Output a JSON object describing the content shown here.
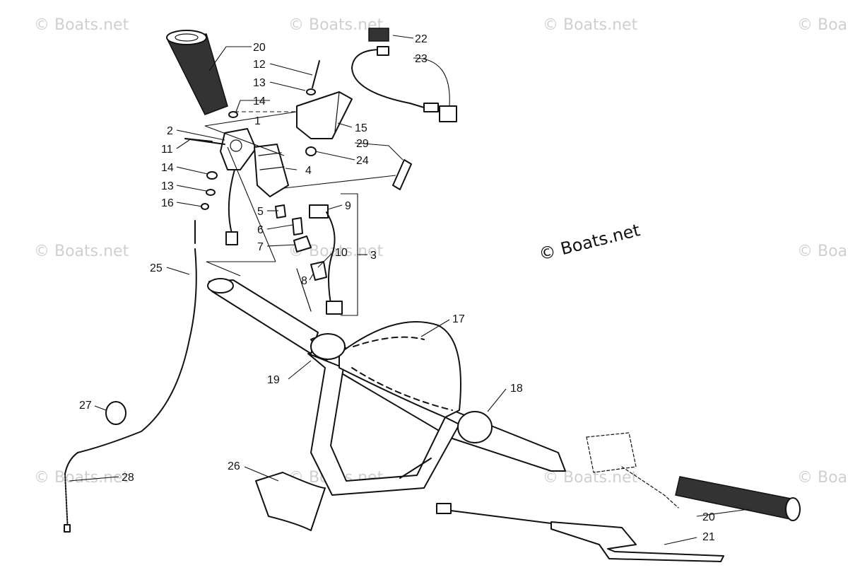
{
  "copyright": "© Boats.net",
  "watermark": "© Boats.net",
  "callouts": [
    "20",
    "12",
    "13",
    "14",
    "1",
    "2",
    "11",
    "14",
    "13",
    "16",
    "22",
    "23",
    "15",
    "24",
    "29",
    "4",
    "9",
    "5",
    "6",
    "7",
    "10",
    "8",
    "3",
    "25",
    "17",
    "19",
    "18",
    "27",
    "28",
    "26",
    "20",
    "21"
  ]
}
